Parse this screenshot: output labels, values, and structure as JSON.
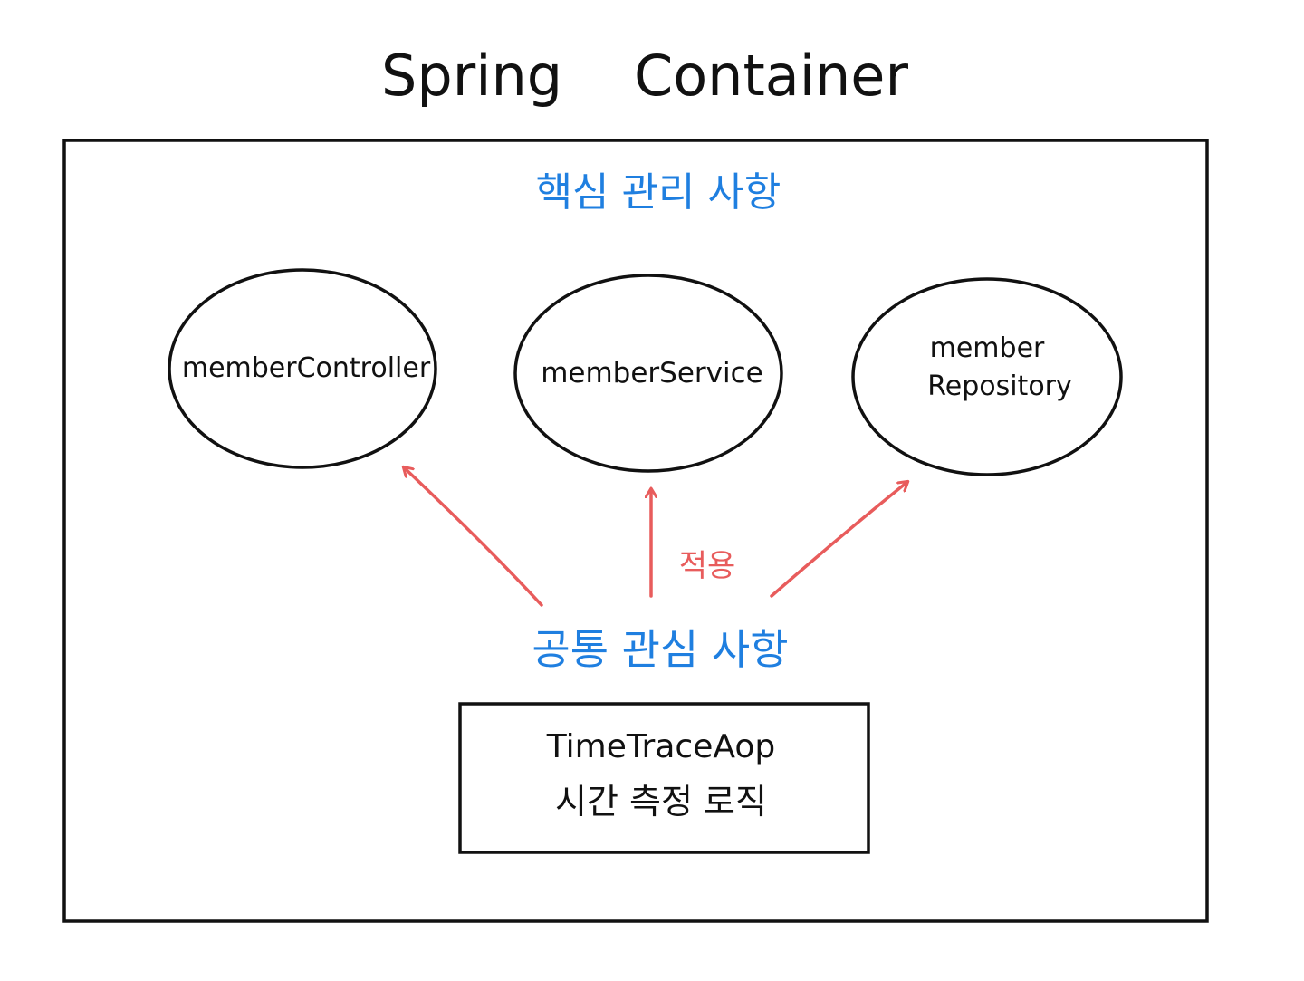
{
  "title": "Spring    Container",
  "core_concerns_label": "핵심 관리 사항",
  "beans": {
    "controller": "memberController",
    "service": "memberService",
    "repository_line1": "member",
    "repository_line2": "Repository"
  },
  "apply_label": "적용",
  "common_concerns_label": "공통 관심 사항",
  "aop_box": {
    "line1": "TimeTraceAop",
    "line2": "시간 측정 로직"
  },
  "colors": {
    "ink": "#111111",
    "blue_label": "#1f7fe0",
    "red_arrow": "#e85c5c"
  }
}
